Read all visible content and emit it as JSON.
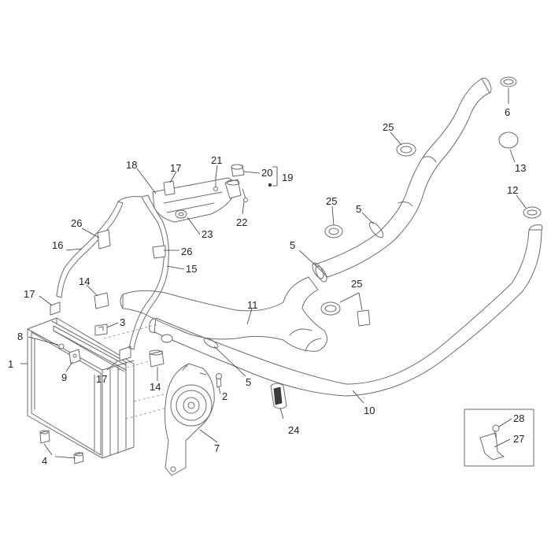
{
  "callouts": [
    {
      "id": "c1",
      "label": "1"
    },
    {
      "id": "c2",
      "label": "2"
    },
    {
      "id": "c3",
      "label": "3"
    },
    {
      "id": "c4",
      "label": "4"
    },
    {
      "id": "c5a",
      "label": "5"
    },
    {
      "id": "c5b",
      "label": "5"
    },
    {
      "id": "c5c",
      "label": "5"
    },
    {
      "id": "c6",
      "label": "6"
    },
    {
      "id": "c7",
      "label": "7"
    },
    {
      "id": "c8",
      "label": "8"
    },
    {
      "id": "c9",
      "label": "9"
    },
    {
      "id": "c10",
      "label": "10"
    },
    {
      "id": "c11",
      "label": "11"
    },
    {
      "id": "c12",
      "label": "12"
    },
    {
      "id": "c13",
      "label": "13"
    },
    {
      "id": "c14a",
      "label": "14"
    },
    {
      "id": "c14b",
      "label": "14"
    },
    {
      "id": "c15",
      "label": "15"
    },
    {
      "id": "c16",
      "label": "16"
    },
    {
      "id": "c17a",
      "label": "17"
    },
    {
      "id": "c17b",
      "label": "17"
    },
    {
      "id": "c17c",
      "label": "17"
    },
    {
      "id": "c18",
      "label": "18"
    },
    {
      "id": "c19",
      "label": "19"
    },
    {
      "id": "c20",
      "label": "20"
    },
    {
      "id": "c21",
      "label": "21"
    },
    {
      "id": "c22",
      "label": "22"
    },
    {
      "id": "c23",
      "label": "23"
    },
    {
      "id": "c24",
      "label": "24"
    },
    {
      "id": "c25a",
      "label": "25"
    },
    {
      "id": "c25b",
      "label": "25"
    },
    {
      "id": "c25c",
      "label": "25"
    },
    {
      "id": "c26a",
      "label": "26"
    },
    {
      "id": "c26b",
      "label": "26"
    },
    {
      "id": "c27",
      "label": "27"
    },
    {
      "id": "c28",
      "label": "28"
    }
  ]
}
